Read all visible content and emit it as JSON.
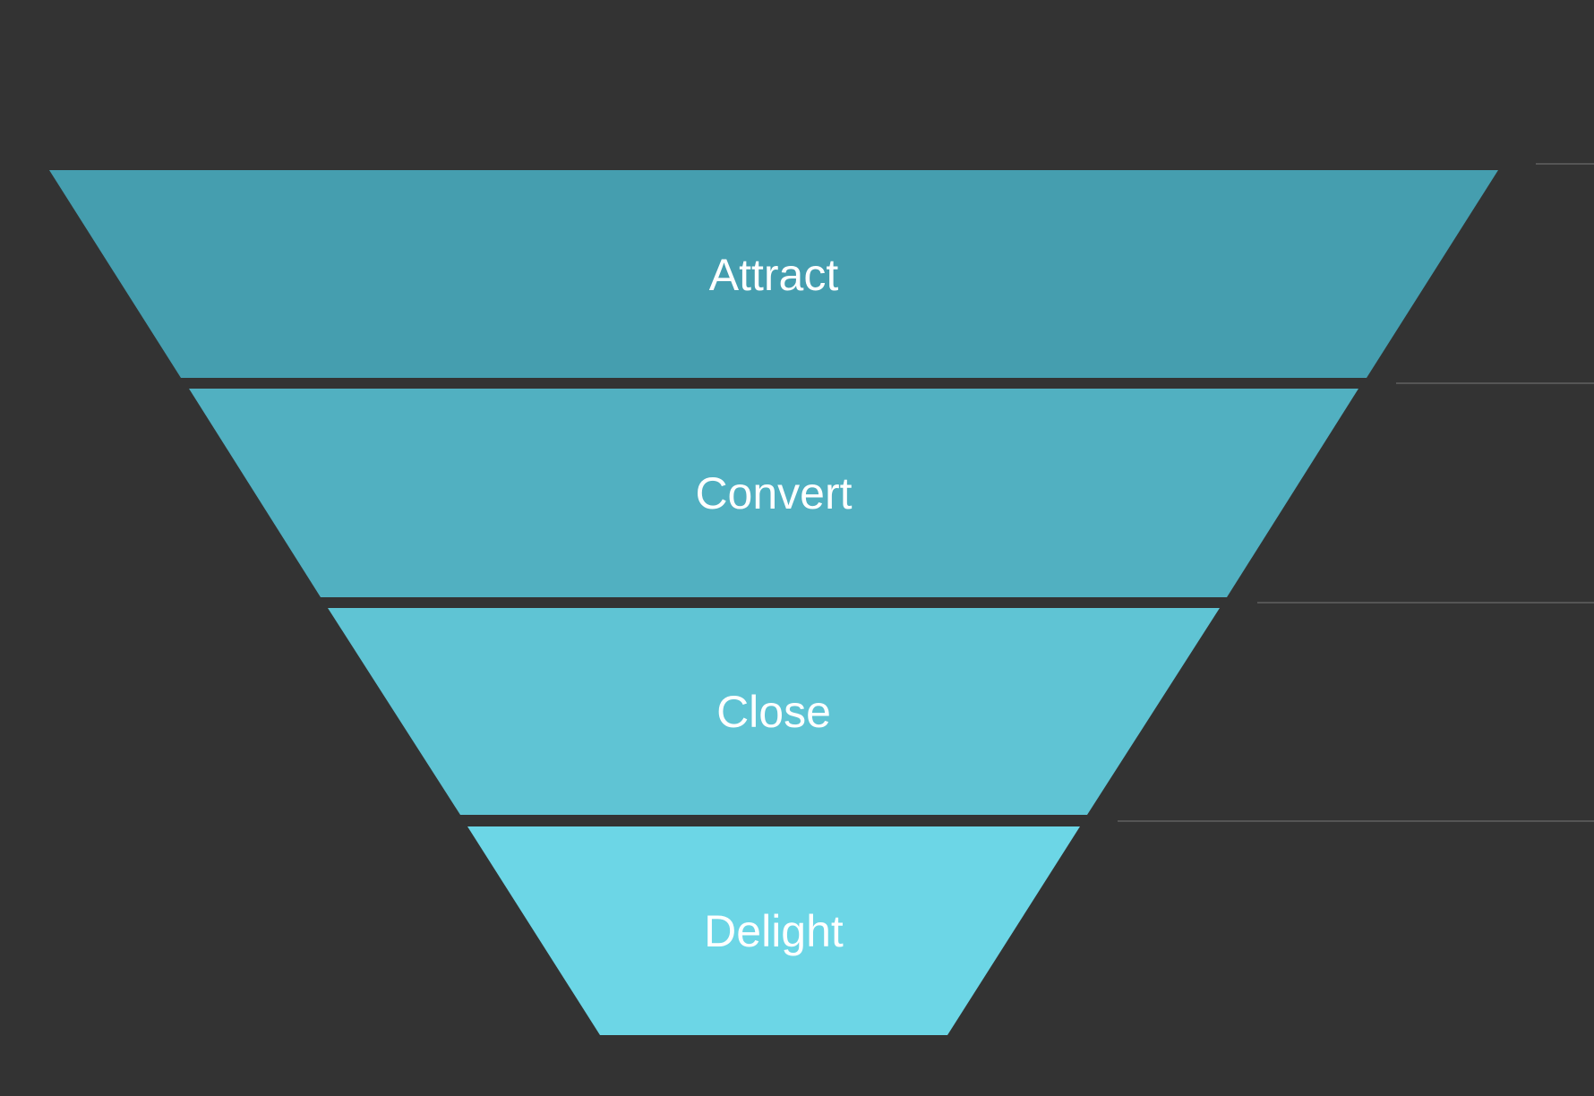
{
  "diagram": {
    "type": "funnel",
    "background_color": "#333333",
    "guide_line_color": "#555555",
    "label_color": "#ffffff",
    "stages": [
      {
        "label": "Attract",
        "color": "#459EAF"
      },
      {
        "label": "Convert",
        "color": "#51B0C1"
      },
      {
        "label": "Close",
        "color": "#5FC4D4"
      },
      {
        "label": "Delight",
        "color": "#6CD6E6"
      }
    ]
  }
}
